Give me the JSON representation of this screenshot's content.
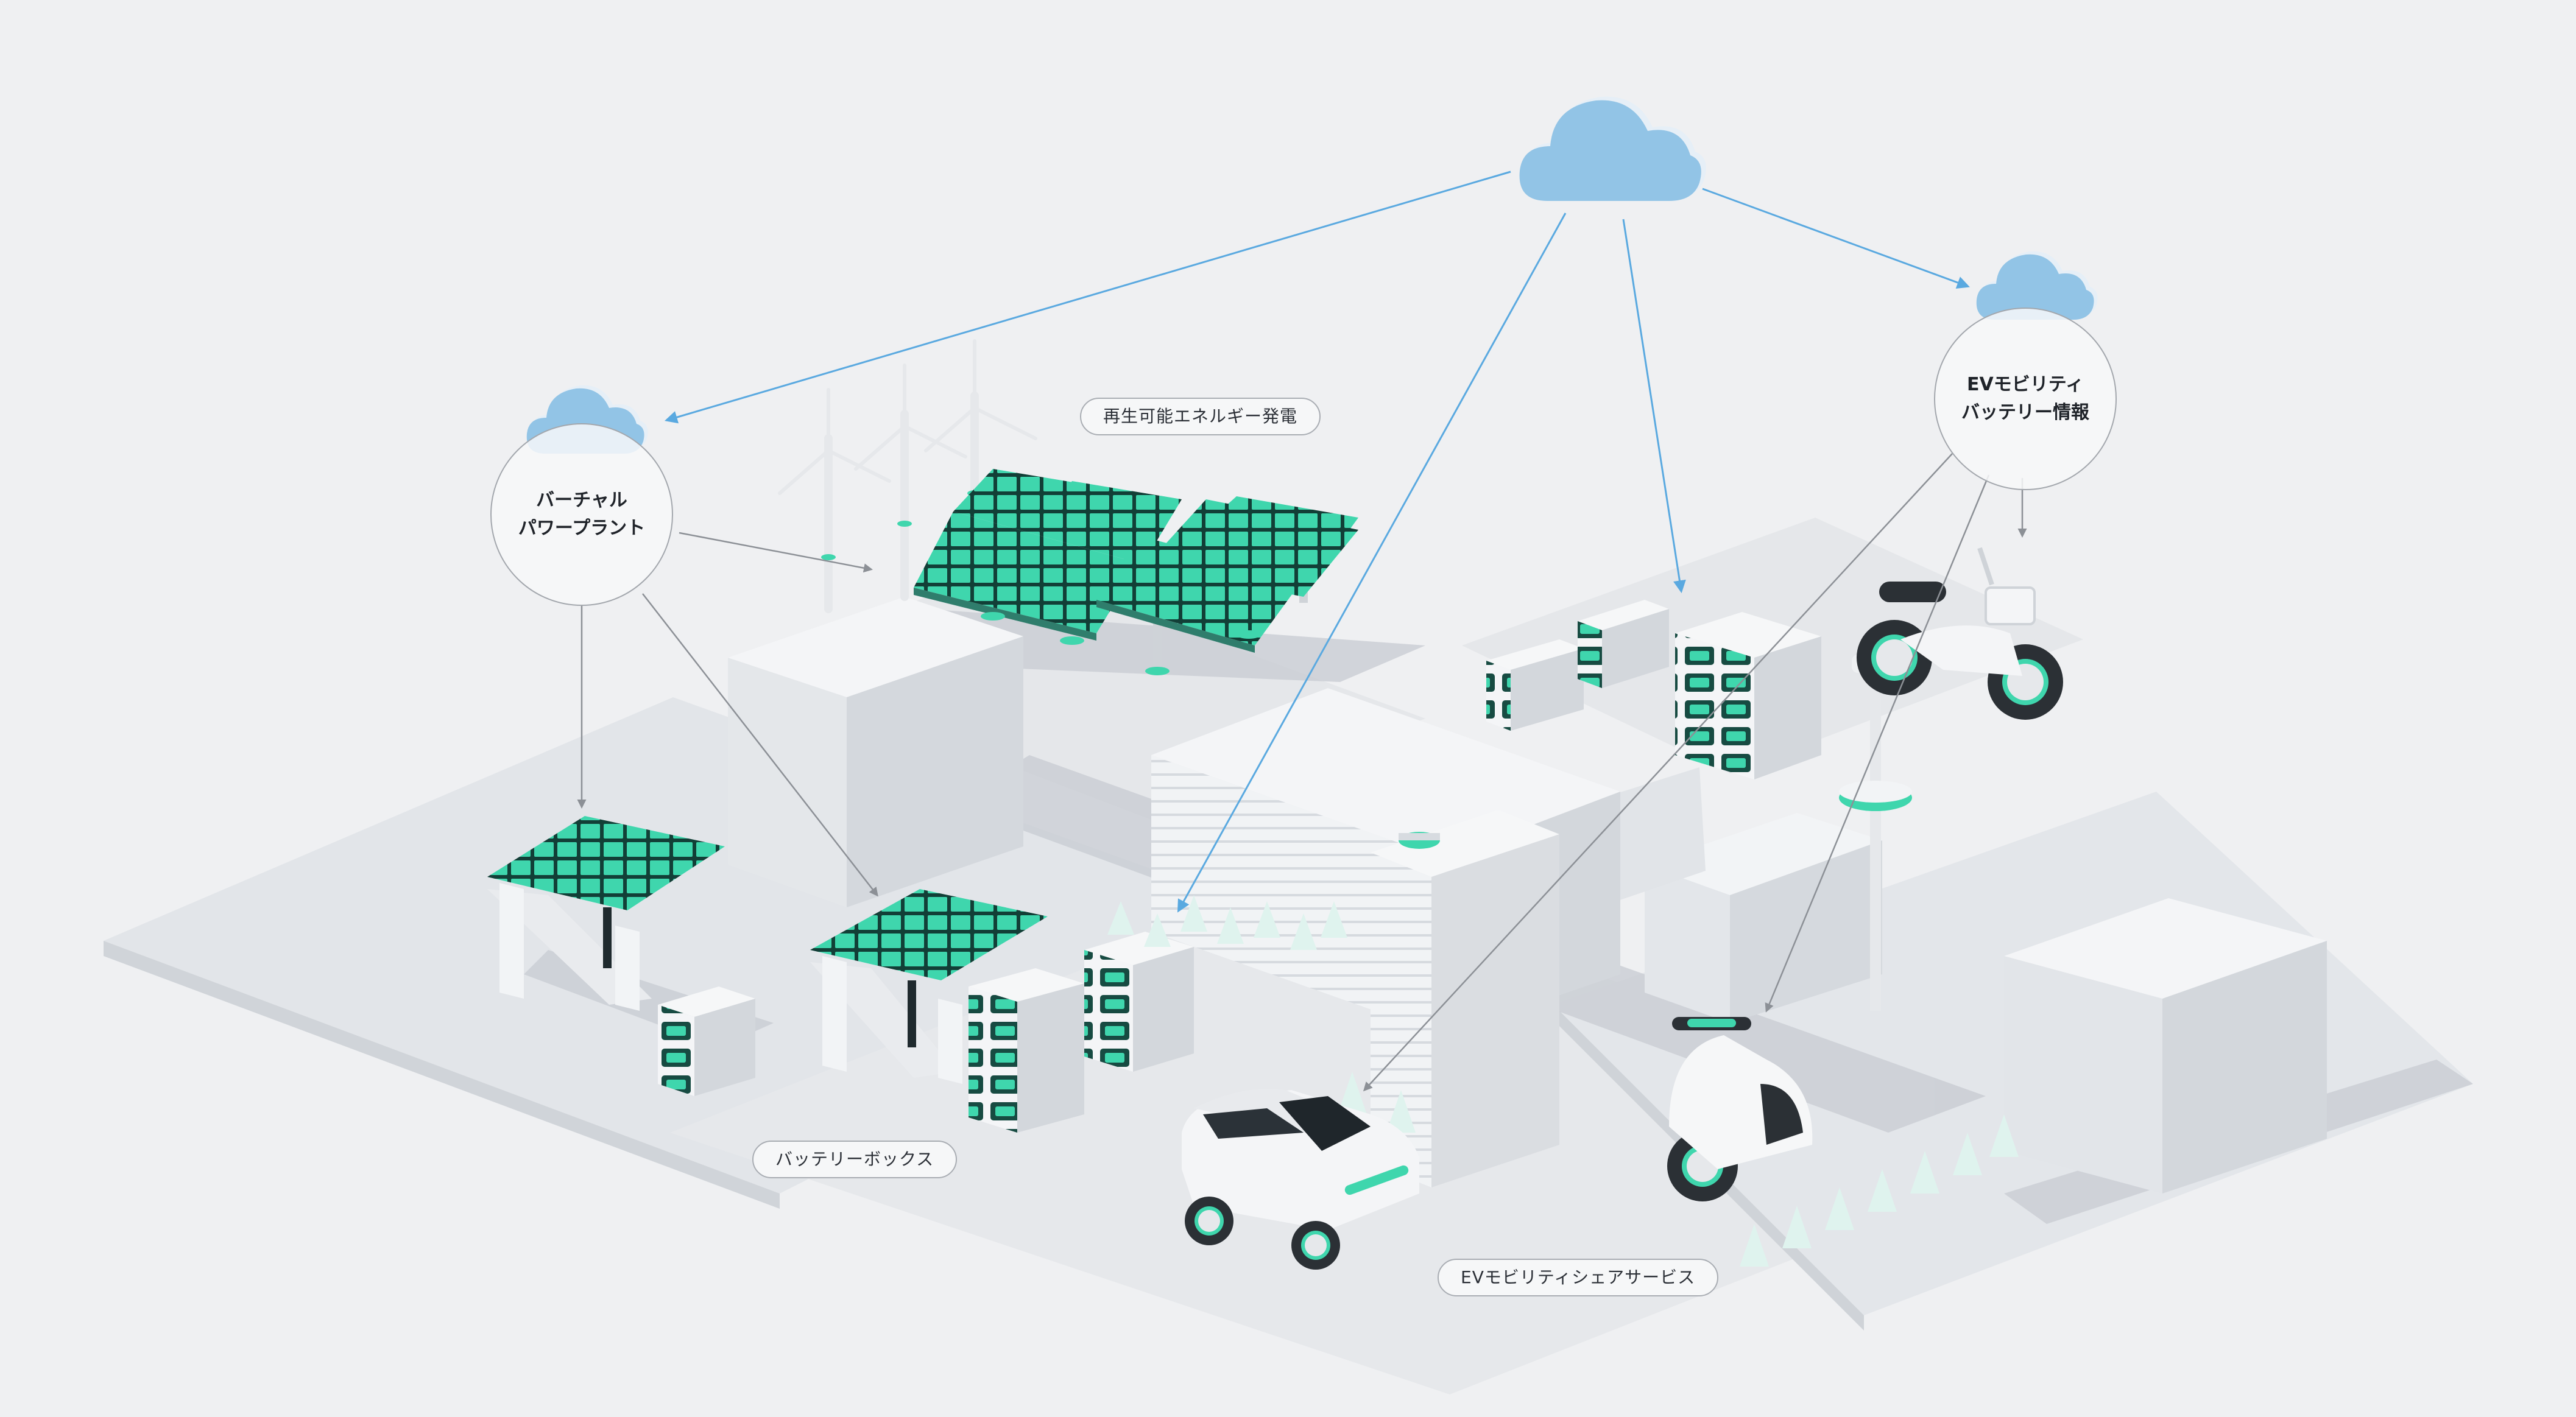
{
  "colors": {
    "background": "#eff0f2",
    "ground": "#e3e6ea",
    "building_light": "#f4f5f7",
    "building_mid": "#e7e9ec",
    "building_dark": "#d3d7dc",
    "accent_green": "#3fd6ad",
    "panel_dark": "#123f37",
    "cloud": "#92c4e6",
    "cloud_edge": "#e6eff7",
    "link_blue": "#5aa9e0",
    "link_gray": "#8c9096"
  },
  "labels": {
    "renewable": "再生可能エネルギー発電",
    "battery_box": "バッテリーボックス",
    "ev_share": "EVモビリティシェアサービス"
  },
  "hubs": {
    "vpp": {
      "line1": "バーチャル",
      "line2": "パワープラント"
    },
    "ev_info": {
      "line1": "EVモビリティ",
      "line2": "バッテリー情報"
    }
  },
  "icons": {
    "main_cloud": "cloud-icon",
    "vpp_cloud": "cloud-icon",
    "ev_cloud": "cloud-icon"
  }
}
